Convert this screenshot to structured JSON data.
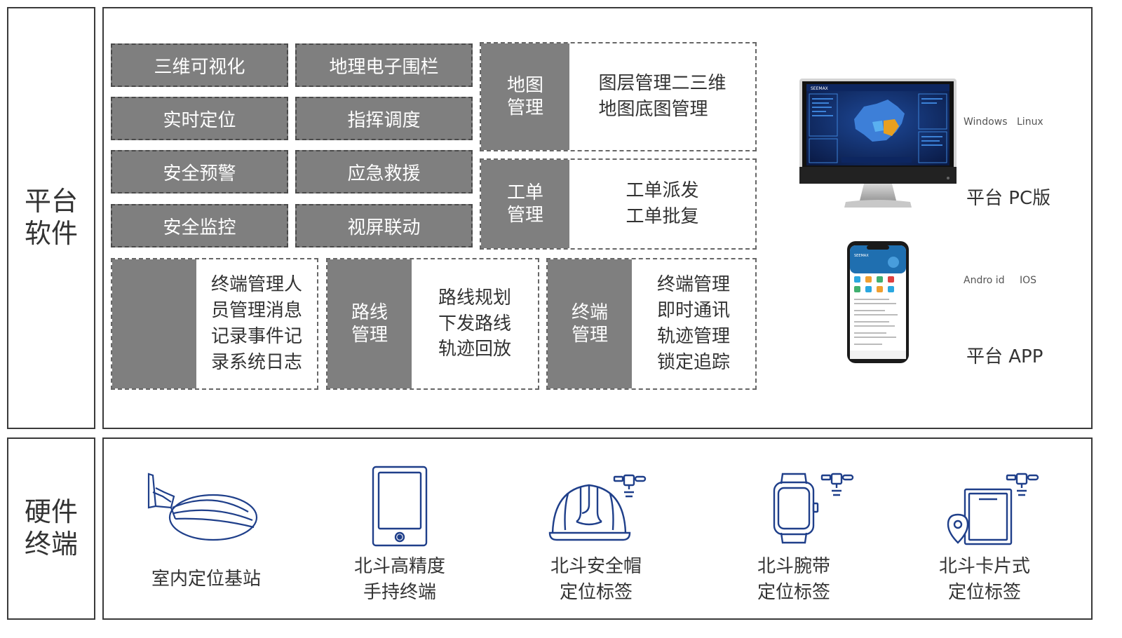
{
  "sections": {
    "software_label": "平台\n软件",
    "hardware_label": "硬件\n终端"
  },
  "features": [
    "三维可视化",
    "地理电子围栏",
    "实时定位",
    "指挥调度",
    "安全预警",
    "应急救援",
    "安全监控",
    "视屏联动"
  ],
  "map_mgmt": {
    "title": "地图\n管理",
    "items": "图层管理二三维\n地图底图管理"
  },
  "order_mgmt": {
    "title": "工单\n管理",
    "items": "工单派发\n工单批复"
  },
  "terminal_log": {
    "title": "",
    "items": "终端管理人\n员管理消息\n记录事件记\n录系统日志"
  },
  "route_mgmt": {
    "title": "路线\n管理",
    "items": "路线规划\n下发路线\n轨迹回放"
  },
  "terminal_mgmt": {
    "title": "终端\n管理",
    "items": "终端管理\n即时通讯\n轨迹管理\n锁定追踪"
  },
  "platforms": {
    "pc": {
      "os1": "Windows",
      "os2": "Linux",
      "label": "平台 PC版",
      "screen_brand": "SEEMAX"
    },
    "app": {
      "os1": "Andro id",
      "os2": "IOS",
      "label": "平台 APP",
      "screen_brand": "SEEMAX"
    }
  },
  "hardware": [
    {
      "icon": "indoor-base-station-icon",
      "label": "室内定位基站"
    },
    {
      "icon": "handheld-terminal-icon",
      "label": "北斗高精度\n手持终端"
    },
    {
      "icon": "safety-helmet-icon",
      "label": "北斗安全帽\n定位标签"
    },
    {
      "icon": "smartwatch-icon",
      "label": "北斗腕带\n定位标签"
    },
    {
      "icon": "card-tag-icon",
      "label": "北斗卡片式\n定位标签"
    }
  ],
  "colors": {
    "gray_box": "#7f7f7f",
    "icon_blue": "#1f3f8a",
    "frame": "#3a3a3a"
  }
}
